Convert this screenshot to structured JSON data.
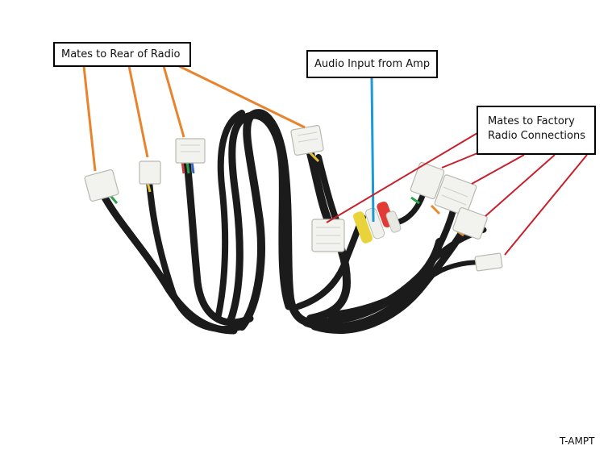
{
  "labels": {
    "rear_radio": "Mates to Rear of Radio",
    "audio_input": "Audio Input from Amp",
    "factory_line1": "Mates to Factory",
    "factory_line2": "Radio Connections"
  },
  "model_code": "T-AMPT",
  "colors": {
    "rear_leader": "#e8832e",
    "audio_leader": "#1a9ad6",
    "factory_leader": "#c8202a",
    "cable": "#1a1a1a",
    "connector": "#f2f2ee"
  },
  "icons": [
    "wire-harness-photo"
  ]
}
